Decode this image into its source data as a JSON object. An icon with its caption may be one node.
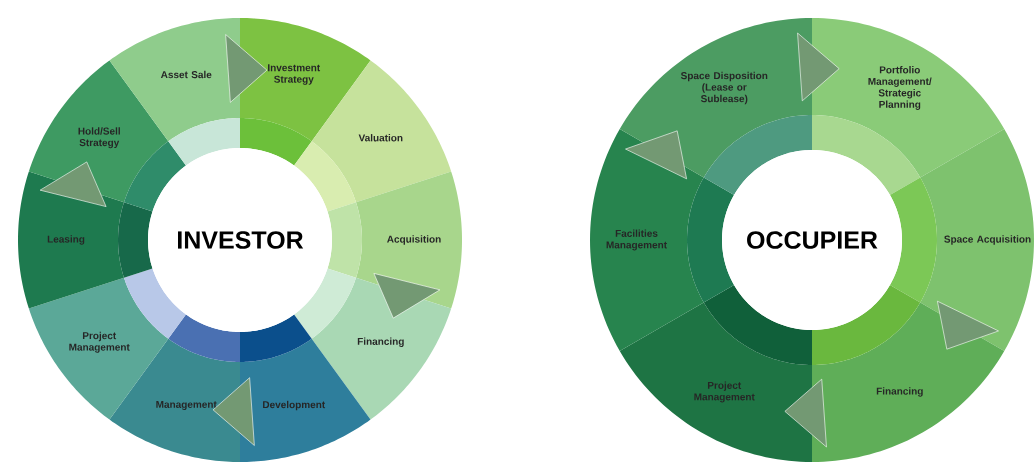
{
  "diagram": {
    "nodes": [
      {
        "text": [
          "INVESTOR"
        ]
      },
      {
        "text": [
          "Investment Strategy"
        ]
      },
      {
        "text": [
          "Valuation"
        ]
      },
      {
        "text": [
          "Acquisition"
        ]
      },
      {
        "text": [
          "Financing"
        ]
      },
      {
        "text": [
          "Development"
        ]
      },
      {
        "text": [
          "Management"
        ]
      },
      {
        "text": [
          "Project Management"
        ]
      },
      {
        "text": [
          "Leasing"
        ]
      },
      {
        "text": [
          "Hold/Sell Strategy"
        ]
      },
      {
        "text": [
          "Asset Sale"
        ]
      },
      {
        "text": [
          "OCCUPIER"
        ]
      },
      {
        "text": [
          "Portfolio Management/ Strategic Planning"
        ]
      },
      {
        "text": [
          "Space Acquisition"
        ]
      },
      {
        "text": [
          "Financing"
        ]
      },
      {
        "text": [
          "Project Management"
        ]
      },
      {
        "text": [
          "Facilities Management"
        ]
      },
      {
        "text": [
          "Space Disposition (Lease or Sublease)"
        ]
      }
    ]
  }
}
